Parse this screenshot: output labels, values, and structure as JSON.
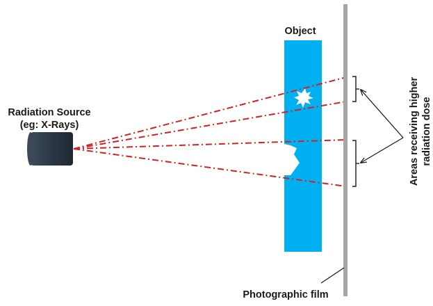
{
  "labels": {
    "source_line1": "Radiation Source",
    "source_line2": "(eg: X-Rays)",
    "object": "Object",
    "film": "Photographic film",
    "dose_line1": "Areas receiving higher",
    "dose_line2": "radiation dose"
  },
  "colors": {
    "object_fill": "#00B0F0",
    "source_fill": "#2E3B4A",
    "ray_color": "#D42020",
    "film_color": "#A6A6A6",
    "text_color": "#1a1a1a"
  }
}
